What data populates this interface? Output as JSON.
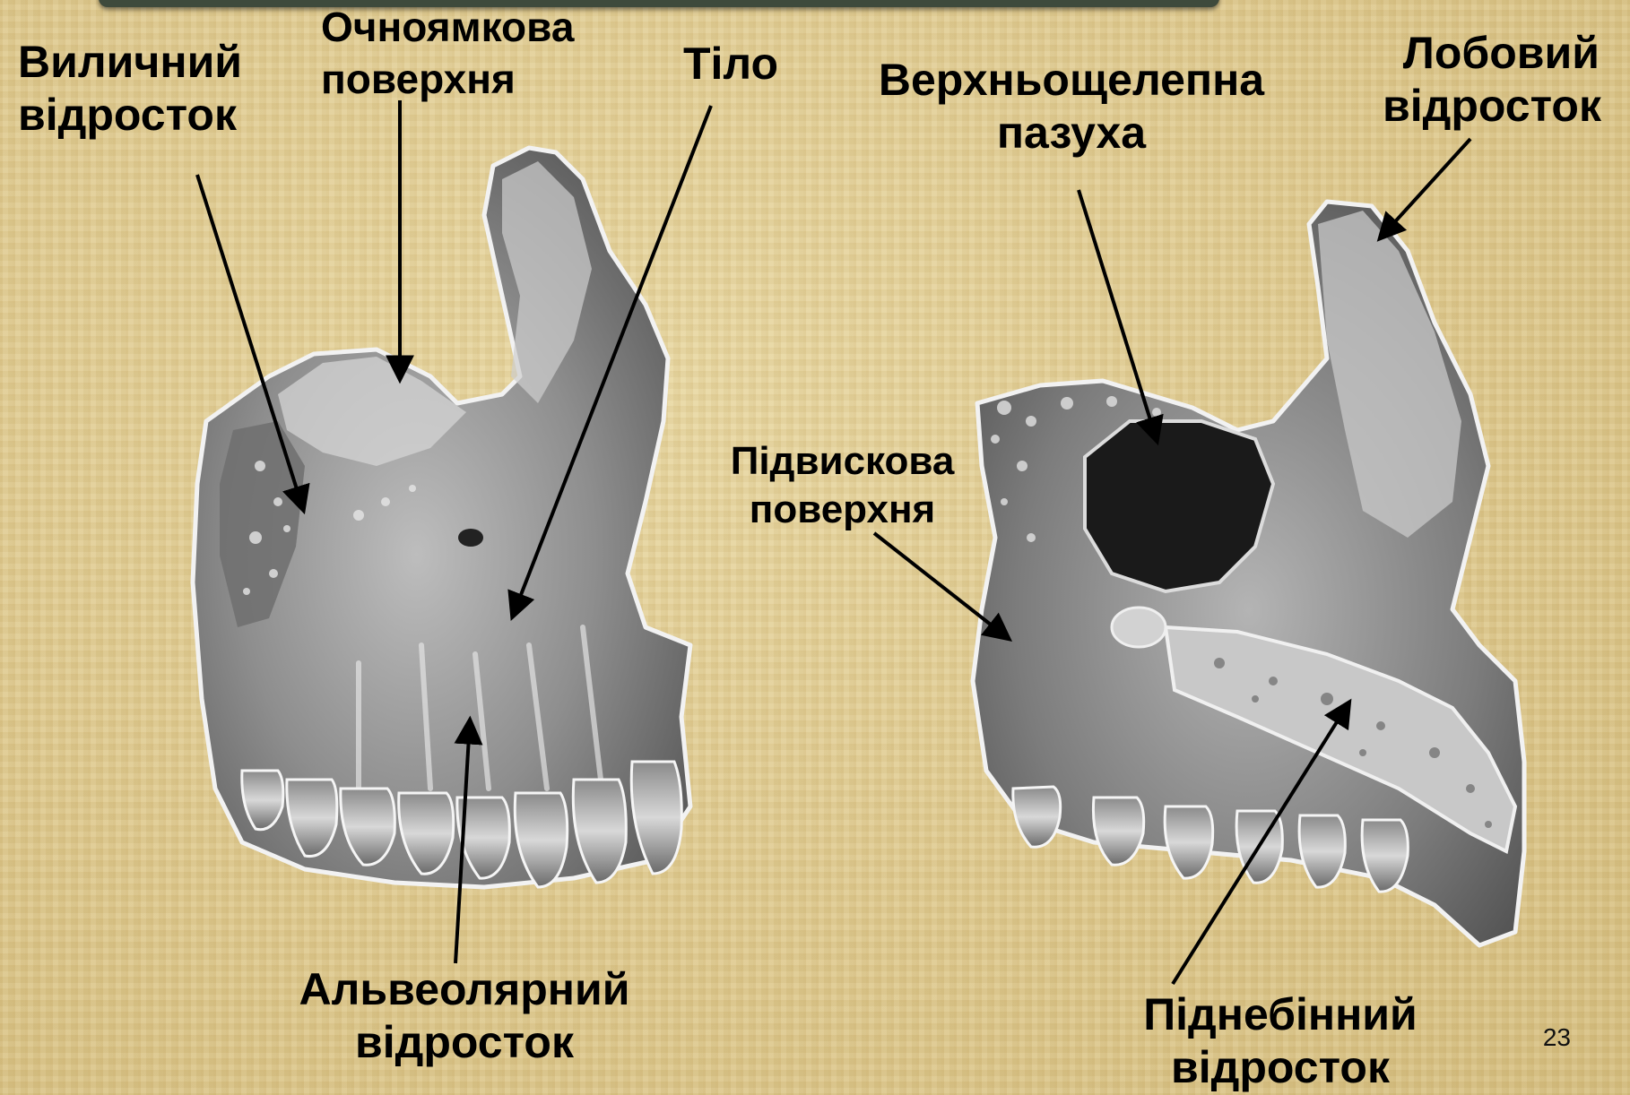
{
  "labels": {
    "zygomatic": [
      "Виличний",
      "відросток"
    ],
    "orbital": [
      "Очноямкова",
      "поверхня"
    ],
    "body": "Тіло",
    "sinus": [
      "Верхньощелепна",
      "пазуха"
    ],
    "frontal": [
      "Лобовий",
      "відросток"
    ],
    "infratemporal": [
      "Підвискова",
      "поверхня"
    ],
    "alveolar": [
      "Альвеолярний",
      "відросток"
    ],
    "palatine": [
      "Піднебінний",
      "відросток"
    ]
  },
  "slide_number": "23"
}
